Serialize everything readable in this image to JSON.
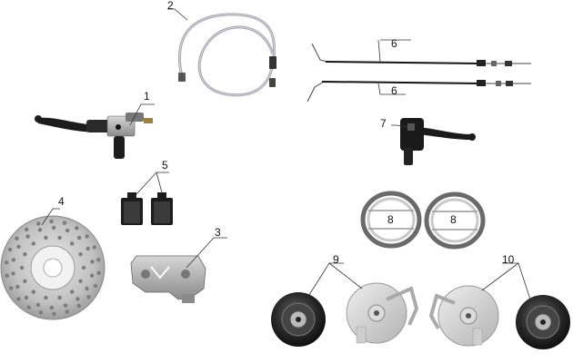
{
  "callouts": [
    {
      "id": "1",
      "text": "1"
    },
    {
      "id": "2",
      "text": "2"
    },
    {
      "id": "3",
      "text": "3"
    },
    {
      "id": "4",
      "text": "4"
    },
    {
      "id": "5",
      "text": "5"
    },
    {
      "id": "6a",
      "text": "6"
    },
    {
      "id": "6b",
      "text": "6"
    },
    {
      "id": "7",
      "text": "7"
    },
    {
      "id": "8a",
      "text": "8"
    },
    {
      "id": "8b",
      "text": "8"
    },
    {
      "id": "9",
      "text": "9"
    },
    {
      "id": "10",
      "text": "10"
    }
  ],
  "colors": {
    "metal_light": "#c9c9c9",
    "metal_mid": "#9a9a9a",
    "metal_dark": "#3a3a3a",
    "black": "#151515",
    "cable_sheath": "#bdb8c4",
    "pad_friction": "#3b3b3b"
  }
}
